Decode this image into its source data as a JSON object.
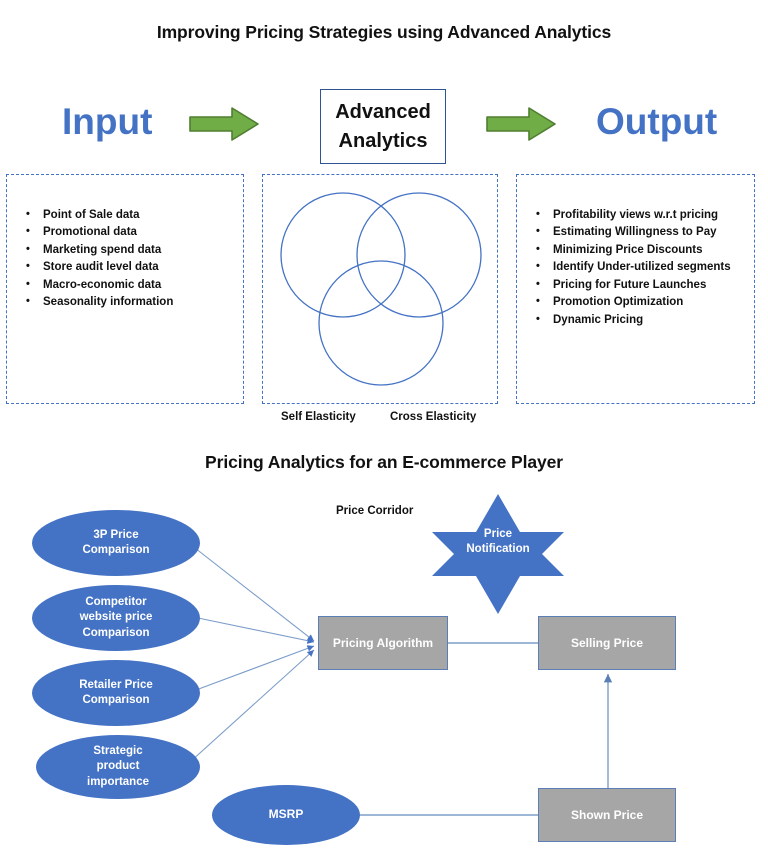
{
  "titles": {
    "top": "Improving Pricing Strategies using Advanced Analytics",
    "bottom": "Pricing Analytics for an E-commerce Player"
  },
  "flow": {
    "input_label": "Input",
    "output_label": "Output",
    "engine_line1": "Advanced",
    "engine_line2": "Analytics",
    "arrow_left_name": "right-arrow-icon",
    "arrow_right_name": "right-arrow-icon"
  },
  "input_panel": {
    "bullets": [
      "Point of Sale data",
      "Promotional data",
      "Marketing spend data",
      "Store audit level data",
      "Macro-economic data",
      "Seasonality information"
    ]
  },
  "engine_panel": {
    "venn": [
      {
        "label": "Self Elasticity"
      },
      {
        "label": "Cross Elasticity"
      },
      {
        "label": "Price Corridor"
      }
    ]
  },
  "output_panel": {
    "bullets": [
      "Profitability views w.r.t pricing",
      "Estimating Willingness to Pay",
      "Minimizing Price Discounts",
      "Identify Under-utilized segments",
      "Pricing for Future Launches",
      "Promotion Optimization",
      "Dynamic Pricing"
    ]
  },
  "ecommerce": {
    "inputs": [
      {
        "line1": "3P Price",
        "line2": "Comparison",
        "line3": ""
      },
      {
        "line1": "Competitor",
        "line2": "website price",
        "line3": "Comparison"
      },
      {
        "line1": "Retailer Price",
        "line2": "Comparison",
        "line3": ""
      },
      {
        "line1": "Strategic",
        "line2": "product",
        "line3": "importance"
      }
    ],
    "msrp_label": "MSRP",
    "pricing_algorithm_label": "Pricing Algorithm",
    "selling_price_label": "Selling Price",
    "shown_price_label": "Shown Price",
    "notification_line1": "Price",
    "notification_line2": "Notification"
  },
  "colors": {
    "accent_blue": "#4472C4",
    "dark_blue": "#2F5496",
    "green_arrow": "#70AD47",
    "green_arrow_border": "#507E32",
    "grey_box": "#A6A6A6",
    "connector": "#7C9DC9"
  }
}
